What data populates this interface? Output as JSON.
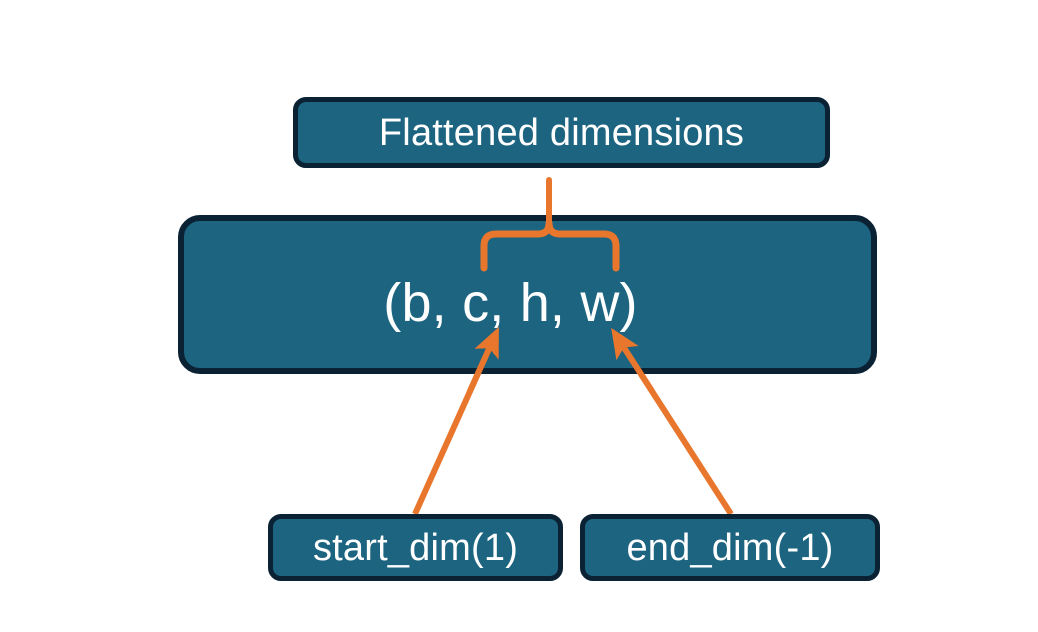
{
  "diagram": {
    "type": "flowchart",
    "title_node": "Flattened dimensions",
    "shape_node": "(b, c, h, w)",
    "start_dim_node": "start_dim(1)",
    "end_dim_node": "end_dim(-1)",
    "colors": {
      "node_fill": "#1d6480",
      "node_border": "#0a2233",
      "node_text": "#ffffff",
      "connector": "#e8762c",
      "background": "#ffffff"
    },
    "connectors": [
      {
        "name": "brace-to-flattened",
        "kind": "curly-brace-with-stem",
        "from": "(b, c, h, w) dims c,h,w",
        "to": "Flattened dimensions"
      },
      {
        "name": "start-dim-arrow",
        "kind": "arrow",
        "from": "start_dim(1)",
        "to": "(b, c, h, w) element c"
      },
      {
        "name": "end-dim-arrow",
        "kind": "arrow",
        "from": "end_dim(-1)",
        "to": "(b, c, h, w) element w"
      }
    ]
  }
}
